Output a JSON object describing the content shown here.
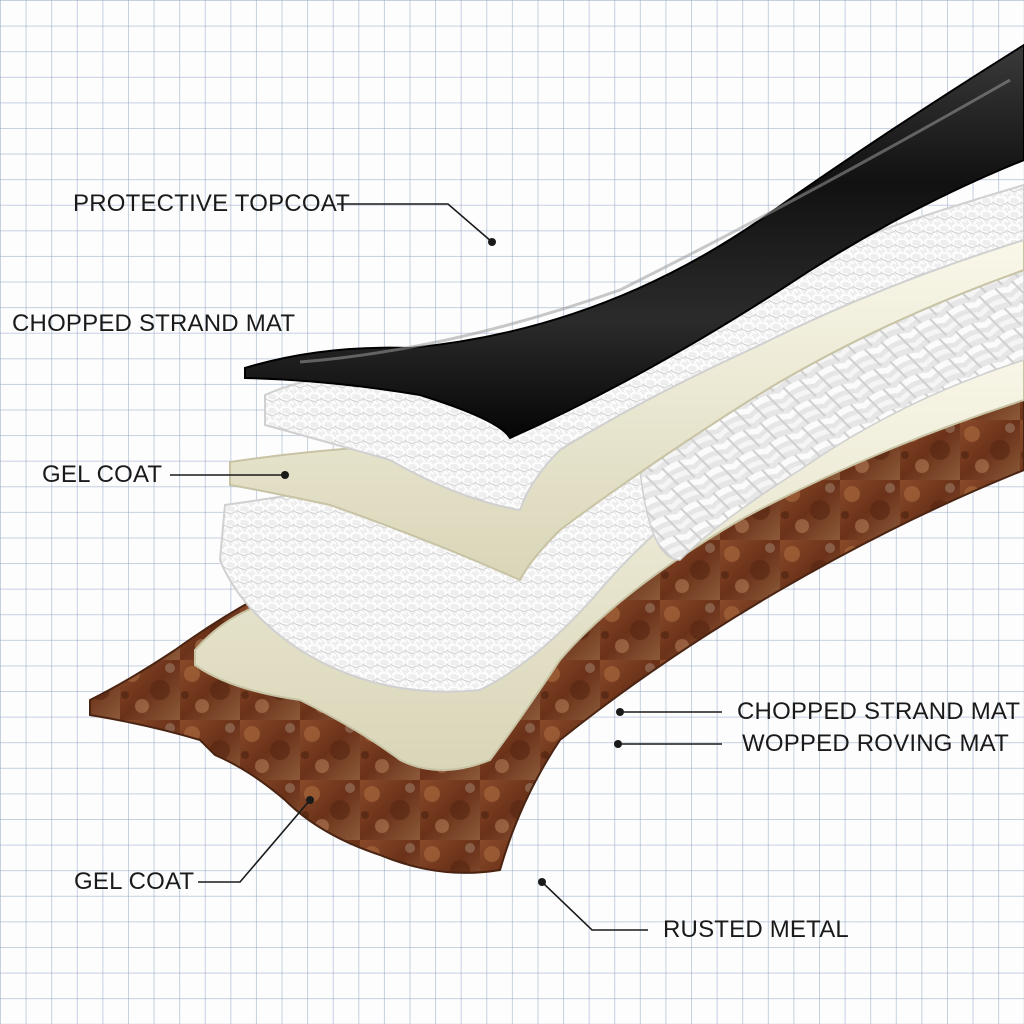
{
  "labels": {
    "protective_topcoat": "PROTECTIVE TOPCOAT",
    "chopped_strand_mat_left": "CHOPPED STRAND MAT",
    "gel_coat_top": "GEL COAT",
    "chopped_strand_mat_right": "CHOPPED STRAND MAT",
    "woven_roving_mat": "WOPPED ROVING MAT",
    "gel_coat_bottom": "GEL COAT",
    "rusted_metal": "RUSTED METAL"
  },
  "colors": {
    "topcoat": "#0d0d0d",
    "gel_coat": "#f1efdc",
    "fiber": "#f4f4f4",
    "rust": "#7a3d22",
    "grid": "#96aac8"
  }
}
